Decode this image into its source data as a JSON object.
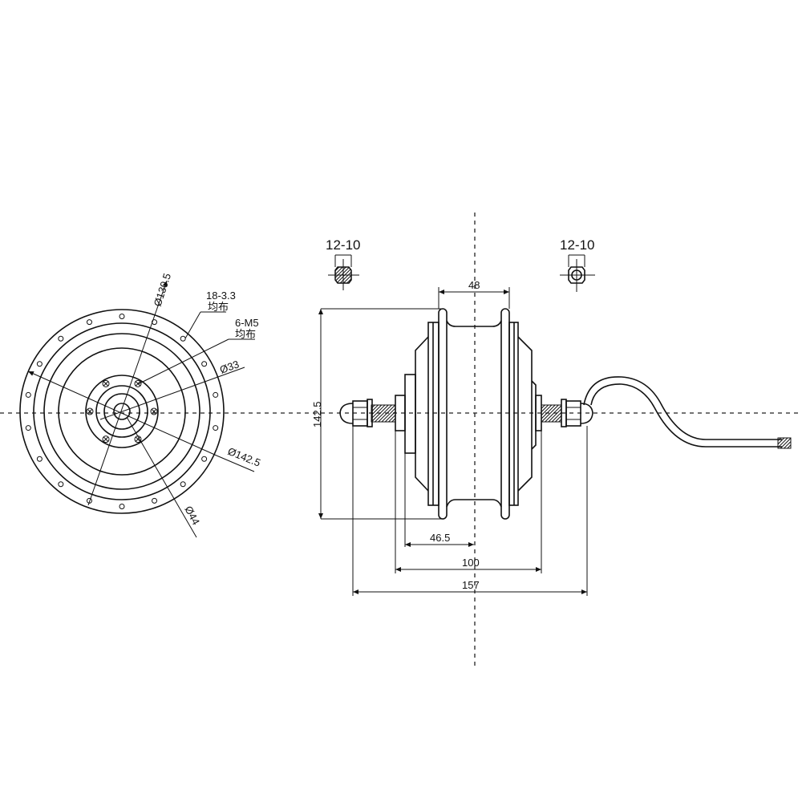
{
  "front_view": {
    "dim_outer": "Ø142.5",
    "dim_bolt_circle": "Ø130.5",
    "dim_hub": "Ø44",
    "dim_inner": "Ø33",
    "spoke_holes_note": "18-3.3",
    "spoke_holes_sub": "均布",
    "screw_holes_note": "6-M5",
    "screw_holes_sub": "均布"
  },
  "side_view": {
    "left_axle_section": "12-10",
    "right_axle_section": "12-10",
    "dim_flange_spacing": "48",
    "dim_diameter": "142.5",
    "dim_half_width": "46.5",
    "dim_dropout": "100",
    "dim_overall": "157"
  },
  "colors": {
    "line": "#111111",
    "background": "#ffffff"
  }
}
